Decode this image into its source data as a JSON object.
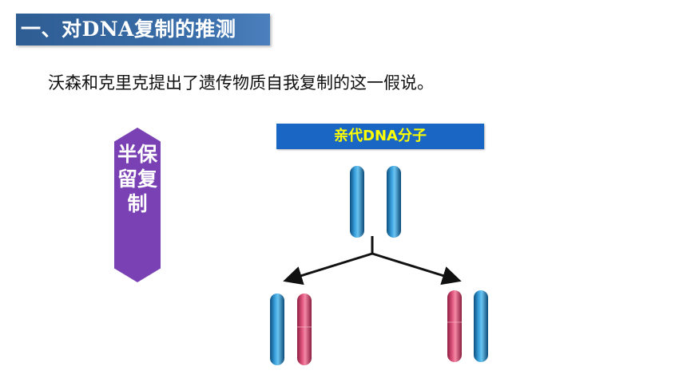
{
  "slide": {
    "title_prefix": "一、对",
    "title_dna": "DNA",
    "title_suffix": "复制的推测",
    "intro_text": "沃森和克里克提出了遗传物质自我复制的这一假说。",
    "hypothesis_label": "半保留复制",
    "parent_label": "亲代DNA分子"
  },
  "colors": {
    "title_bg": "#3a6eaa",
    "hex_bg": "#7a41b5",
    "parent_label_bg": "#1a66c4",
    "parent_label_text": "#ffff00",
    "old_strand": "#1f7fc0",
    "new_strand": "#d9406a"
  }
}
